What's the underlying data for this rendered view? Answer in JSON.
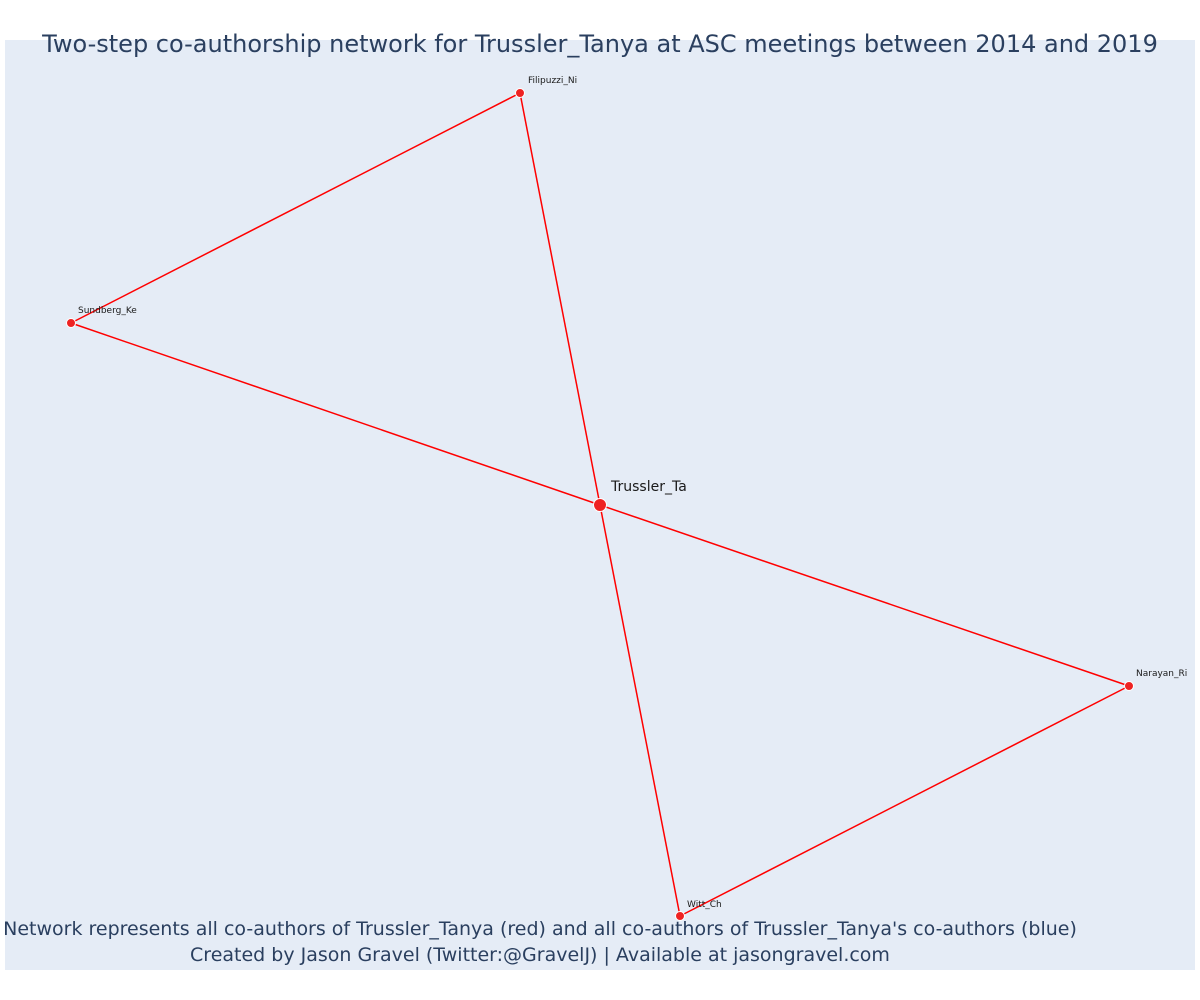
{
  "title": "Two-step co-authorship network for Trussler_Tanya at ASC meetings between 2014 and 2019",
  "captions": [
    "Network represents all co-authors of Trussler_Tanya (red) and all co-authors of Trussler_Tanya's co-authors (blue)",
    "Created by Jason Gravel (Twitter:@GravelJ) | Available at jasongravel.com"
  ],
  "colors": {
    "edge": "#ff0000",
    "node": "#ee2222",
    "node_outline": "#ffffff",
    "background": "#e5ecf6",
    "text": "#2a3f5f"
  },
  "chart_data": {
    "type": "network",
    "nodes": [
      {
        "id": "Trussler_Ta",
        "label": "Trussler_Ta",
        "color": "red",
        "focal": true
      },
      {
        "id": "Filipuzzi_Ni",
        "label": "Filipuzzi_Ni",
        "color": "red"
      },
      {
        "id": "Sundberg_Ke",
        "label": "Sundberg_Ke",
        "color": "red"
      },
      {
        "id": "Narayan_Ri",
        "label": "Narayan_Ri",
        "color": "red"
      },
      {
        "id": "Witt_Ch",
        "label": "Witt_Ch",
        "color": "red"
      }
    ],
    "edges": [
      [
        "Trussler_Ta",
        "Filipuzzi_Ni"
      ],
      [
        "Trussler_Ta",
        "Sundberg_Ke"
      ],
      [
        "Trussler_Ta",
        "Narayan_Ri"
      ],
      [
        "Trussler_Ta",
        "Witt_Ch"
      ],
      [
        "Filipuzzi_Ni",
        "Sundberg_Ke"
      ],
      [
        "Narayan_Ri",
        "Witt_Ch"
      ]
    ]
  }
}
